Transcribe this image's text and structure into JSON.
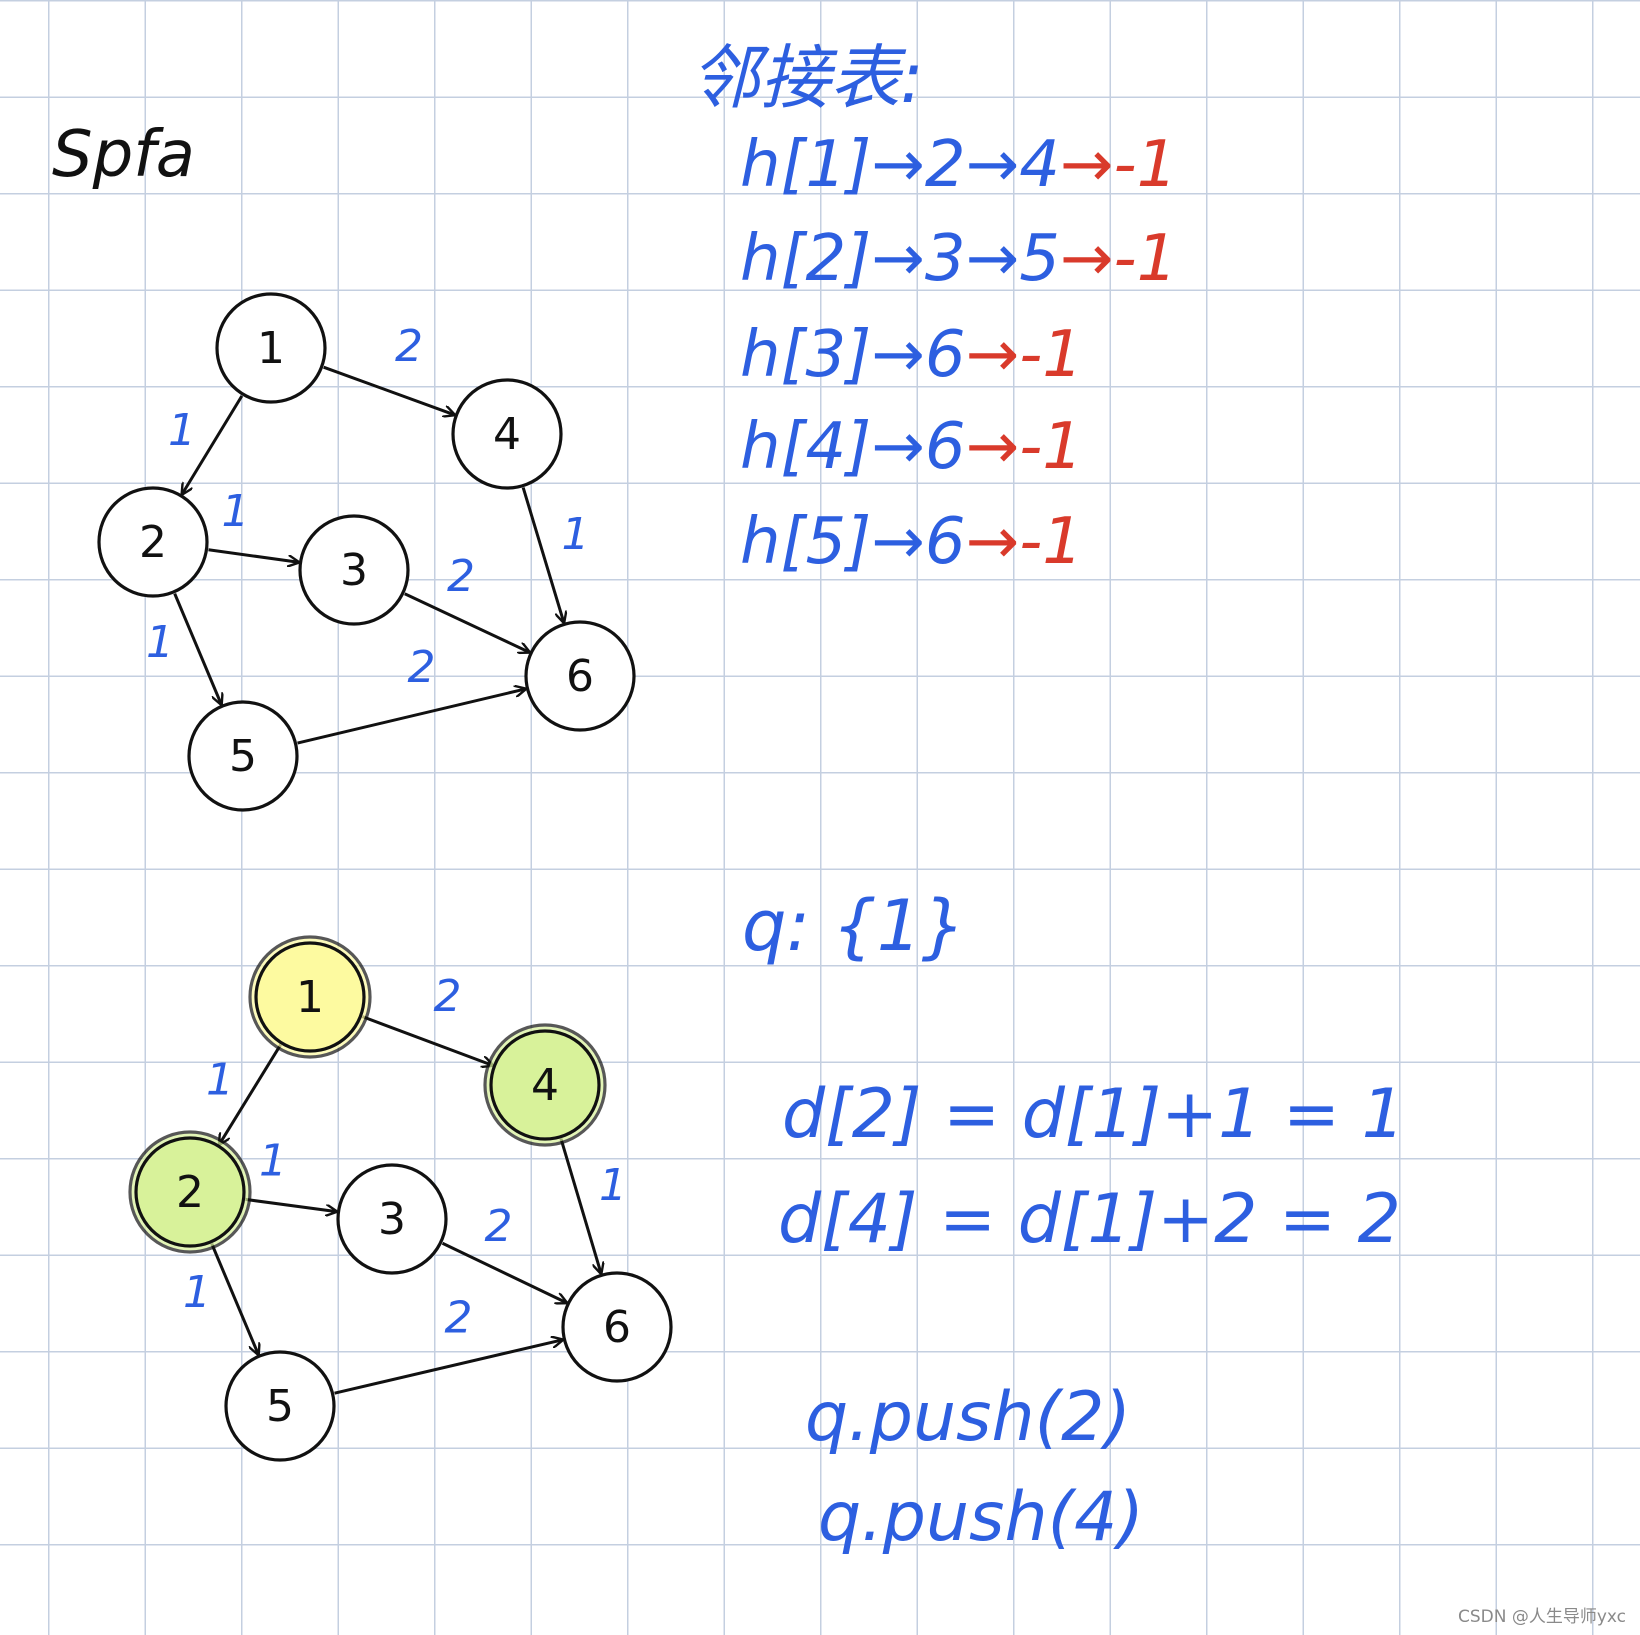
{
  "title": "Spfa",
  "adjacency": {
    "title": "邻接表:",
    "rows": [
      {
        "head": "h[1]",
        "chain": "→2→4",
        "end": "→-1"
      },
      {
        "head": "h[2]",
        "chain": "→3→5",
        "end": "→-1"
      },
      {
        "head": "h[3]",
        "chain": "→6",
        "end": "→-1"
      },
      {
        "head": "h[4]",
        "chain": "→6",
        "end": "→-1"
      },
      {
        "head": "h[5]",
        "chain": "→6",
        "end": "→-1"
      }
    ]
  },
  "graph": {
    "nodes": [
      {
        "id": "1",
        "label": "1"
      },
      {
        "id": "2",
        "label": "2"
      },
      {
        "id": "3",
        "label": "3"
      },
      {
        "id": "4",
        "label": "4"
      },
      {
        "id": "5",
        "label": "5"
      },
      {
        "id": "6",
        "label": "6"
      }
    ],
    "edges": [
      {
        "from": "1",
        "to": "2",
        "weight": "1"
      },
      {
        "from": "1",
        "to": "4",
        "weight": "2"
      },
      {
        "from": "2",
        "to": "3",
        "weight": "1"
      },
      {
        "from": "2",
        "to": "5",
        "weight": "1"
      },
      {
        "from": "3",
        "to": "6",
        "weight": "2"
      },
      {
        "from": "4",
        "to": "6",
        "weight": "1"
      },
      {
        "from": "5",
        "to": "6",
        "weight": "2"
      }
    ]
  },
  "step": {
    "highlight": {
      "1": "#fdfaa0",
      "2": "#d8f29a",
      "4": "#d8f29a"
    },
    "queue": "q: {1}",
    "calcs": [
      "d[2] = d[1]+1 = 1",
      "d[4] = d[1]+2 = 2"
    ],
    "pushes": [
      "q.push(2)",
      "q.push(4)"
    ]
  },
  "watermark": "CSDN @人生导师yxc",
  "colors": {
    "ink": "#111111",
    "blue": "#2d5fe0",
    "red": "#d93a2b",
    "yellow": "#fdfaa0",
    "green": "#d8f29a"
  }
}
